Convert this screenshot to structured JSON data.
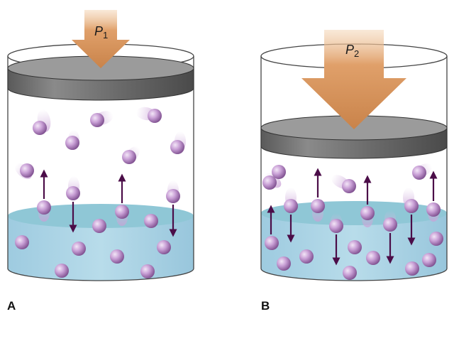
{
  "panel_a": {
    "label": "A",
    "pressure_symbol": "P",
    "pressure_subscript": "1"
  },
  "panel_b": {
    "label": "B",
    "pressure_symbol": "P",
    "pressure_subscript": "2"
  },
  "colors": {
    "liquid": "#a9d3e6",
    "liquid_surface": "#8cc4d3",
    "piston": "#6e6e6e",
    "piston_top": "#9a9a9a",
    "arrow_pressure": "#d08a52",
    "molecule": "#c9a0d6",
    "velocity_arrow": "#4b0d48",
    "glass_outline": "#444444"
  }
}
